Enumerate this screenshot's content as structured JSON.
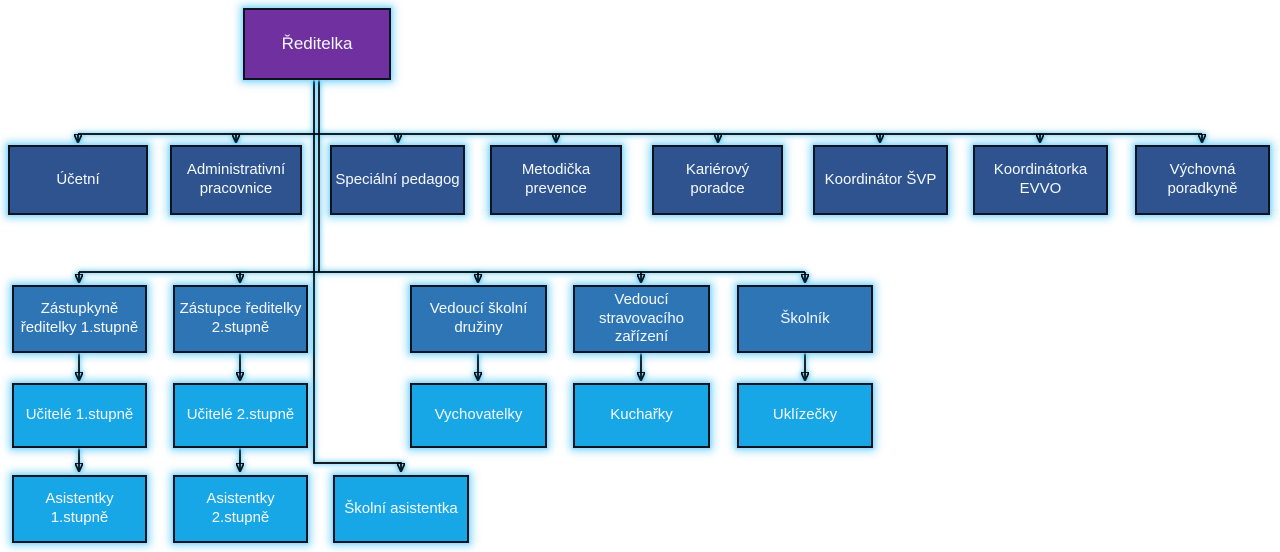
{
  "diagram": {
    "type": "org-chart",
    "palette": {
      "root_fill": "#7030A0",
      "advisor_fill": "#2E538F",
      "manager_fill": "#2E75B6",
      "staff_fill": "#17A7E7",
      "box_border": "#0E1320",
      "glow": "#00B0F0",
      "connector": "#000000",
      "text": "#F4F8FF",
      "background": "#FFFFFF"
    },
    "root": {
      "label": "Ředitelka"
    },
    "row_advisors": [
      {
        "label": "Účetní"
      },
      {
        "label": "Administrativní pracovnice"
      },
      {
        "label": "Speciální pedagog"
      },
      {
        "label": "Metodička prevence"
      },
      {
        "label": "Kariérový poradce"
      },
      {
        "label": "Koordinátor ŠVP"
      },
      {
        "label": "Koordinátorka EVVO"
      },
      {
        "label": "Výchovná poradkyně"
      }
    ],
    "row_managers": [
      {
        "label": "Zástupkyně ředitelky 1.stupně"
      },
      {
        "label": "Zástupce ředitelky 2.stupně"
      },
      {
        "label": "Vedoucí školní družiny"
      },
      {
        "label": "Vedoucí stravovacího zařízení"
      },
      {
        "label": "Školník"
      }
    ],
    "row_staff": [
      {
        "label": "Učitelé 1.stupně"
      },
      {
        "label": "Učitelé 2.stupně"
      },
      {
        "label": "Vychovatelky"
      },
      {
        "label": "Kuchařky"
      },
      {
        "label": "Uklízečky"
      }
    ],
    "row_assistants": [
      {
        "label": "Asistentky 1.stupně"
      },
      {
        "label": "Asistentky 2.stupně"
      },
      {
        "label": "Školní asistentka"
      }
    ]
  }
}
